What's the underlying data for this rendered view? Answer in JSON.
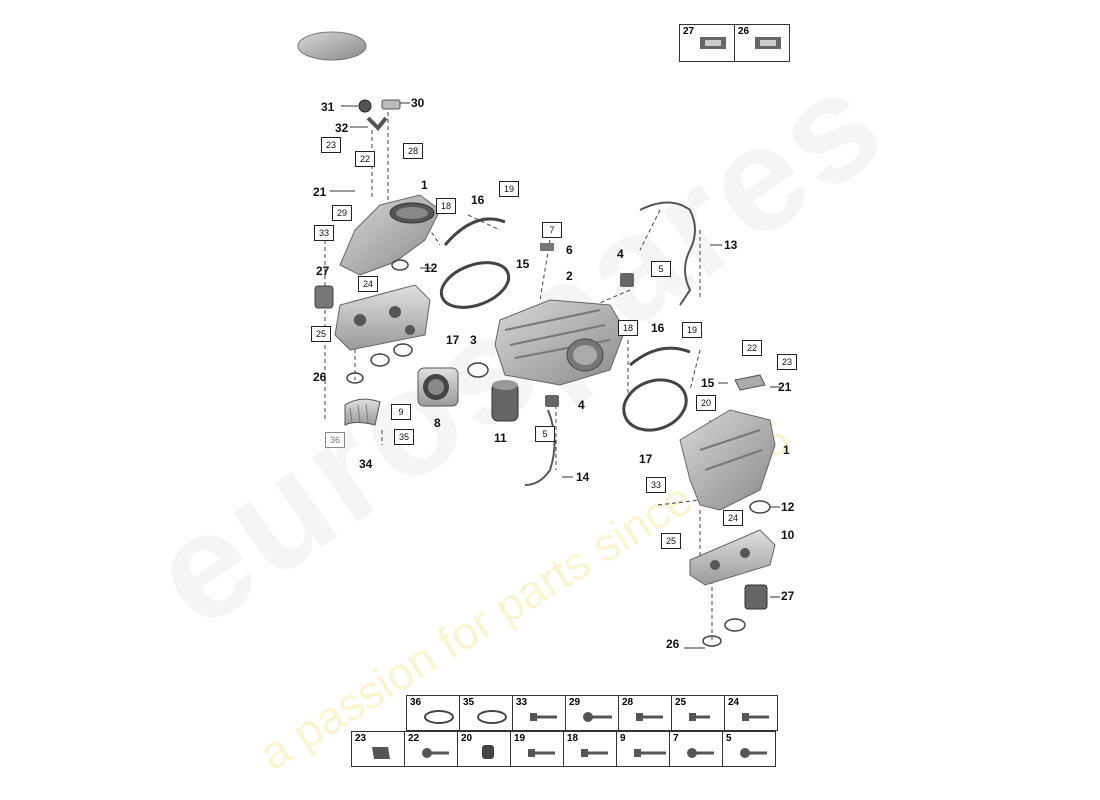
{
  "watermark": {
    "brand": "eurospares",
    "tagline": "a passion for parts since 1985"
  },
  "callouts": [
    {
      "id": "c31",
      "text": "31"
    },
    {
      "id": "c30",
      "text": "30"
    },
    {
      "id": "c32",
      "text": "32"
    },
    {
      "id": "c21a",
      "text": "21"
    },
    {
      "id": "c1a",
      "text": "1"
    },
    {
      "id": "c16a",
      "text": "16"
    },
    {
      "id": "c6",
      "text": "6"
    },
    {
      "id": "c4a",
      "text": "4"
    },
    {
      "id": "c13",
      "text": "13"
    },
    {
      "id": "c27a",
      "text": "27"
    },
    {
      "id": "c12a",
      "text": "12"
    },
    {
      "id": "c15a",
      "text": "15"
    },
    {
      "id": "c2",
      "text": "2"
    },
    {
      "id": "c17a",
      "text": "17"
    },
    {
      "id": "c3",
      "text": "3"
    },
    {
      "id": "c26a",
      "text": "26"
    },
    {
      "id": "c16b",
      "text": "16"
    },
    {
      "id": "c21b",
      "text": "21"
    },
    {
      "id": "c15b",
      "text": "15"
    },
    {
      "id": "c4b",
      "text": "4"
    },
    {
      "id": "c8",
      "text": "8"
    },
    {
      "id": "c11",
      "text": "11"
    },
    {
      "id": "c34",
      "text": "34"
    },
    {
      "id": "c1b",
      "text": "1"
    },
    {
      "id": "c17b",
      "text": "17"
    },
    {
      "id": "c14",
      "text": "14"
    },
    {
      "id": "c12b",
      "text": "12"
    },
    {
      "id": "c10",
      "text": "10"
    },
    {
      "id": "c27b",
      "text": "27"
    },
    {
      "id": "c26b",
      "text": "26"
    }
  ],
  "boxed_callouts": [
    {
      "id": "b23a",
      "text": "23"
    },
    {
      "id": "b22a",
      "text": "22"
    },
    {
      "id": "b28",
      "text": "28"
    },
    {
      "id": "b29",
      "text": "29"
    },
    {
      "id": "b33a",
      "text": "33"
    },
    {
      "id": "b18a",
      "text": "18"
    },
    {
      "id": "b19a",
      "text": "19"
    },
    {
      "id": "b7",
      "text": "7"
    },
    {
      "id": "b5a",
      "text": "5"
    },
    {
      "id": "b24a",
      "text": "24"
    },
    {
      "id": "b25a",
      "text": "25"
    },
    {
      "id": "b18b",
      "text": "18"
    },
    {
      "id": "b19b",
      "text": "19"
    },
    {
      "id": "b22b",
      "text": "22"
    },
    {
      "id": "b23b",
      "text": "23"
    },
    {
      "id": "b9",
      "text": "9"
    },
    {
      "id": "b5b",
      "text": "5"
    },
    {
      "id": "b20",
      "text": "20"
    },
    {
      "id": "b36",
      "text": "36"
    },
    {
      "id": "b35",
      "text": "35"
    },
    {
      "id": "b33b",
      "text": "33"
    },
    {
      "id": "b24b",
      "text": "24"
    },
    {
      "id": "b25b",
      "text": "25"
    }
  ],
  "top_legend": [
    {
      "num": "27",
      "icon": "set-icon"
    },
    {
      "num": "26",
      "icon": "set-icon"
    }
  ],
  "legend_row1": [
    {
      "num": "36",
      "icon": "hose-clamp-icon"
    },
    {
      "num": "35",
      "icon": "hose-clamp-icon"
    },
    {
      "num": "33",
      "icon": "bolt-icon"
    },
    {
      "num": "29",
      "icon": "stud-bolt-icon"
    },
    {
      "num": "28",
      "icon": "bolt-icon"
    },
    {
      "num": "25",
      "icon": "short-bolt-icon"
    },
    {
      "num": "24",
      "icon": "bolt-icon"
    }
  ],
  "legend_row2": [
    {
      "num": "23",
      "icon": "clip-icon"
    },
    {
      "num": "22",
      "icon": "screw-icon"
    },
    {
      "num": "20",
      "icon": "plug-icon"
    },
    {
      "num": "19",
      "icon": "bolt-icon"
    },
    {
      "num": "18",
      "icon": "bolt-icon"
    },
    {
      "num": "9",
      "icon": "long-bolt-icon"
    },
    {
      "num": "7",
      "icon": "torx-screw-icon"
    },
    {
      "num": "5",
      "icon": "torx-screw-icon"
    }
  ]
}
